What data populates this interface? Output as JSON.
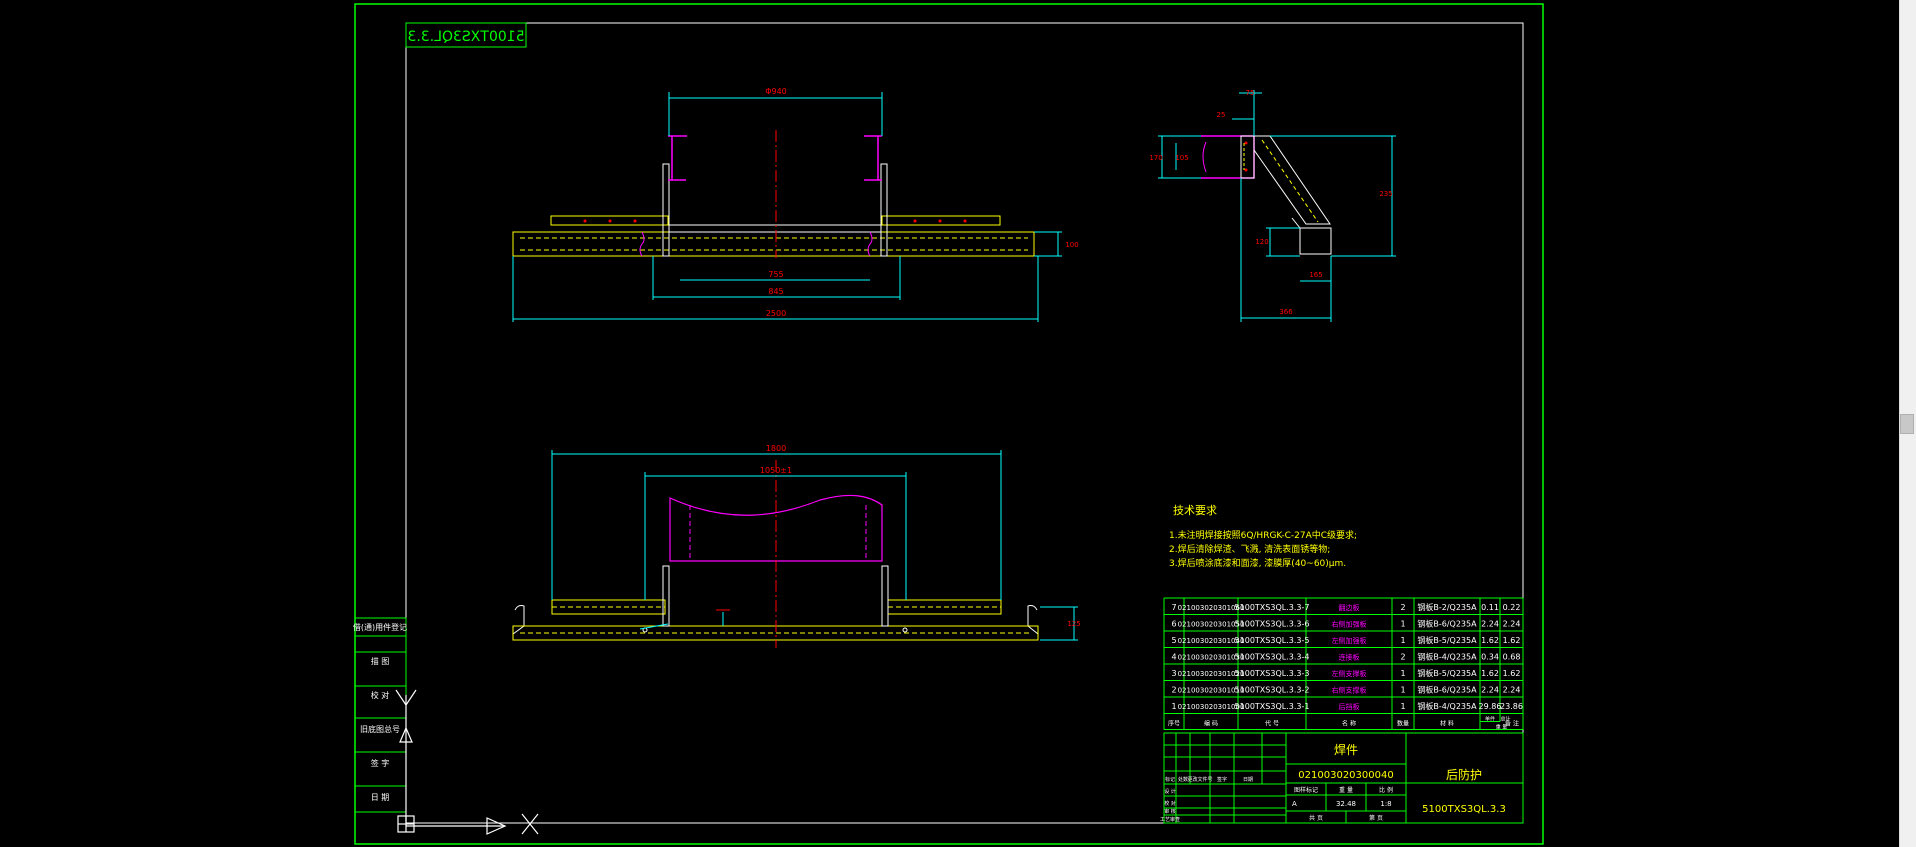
{
  "drawing": {
    "code_mirrored": "5100TXS3QL.3.3",
    "front_view": {
      "dims": [
        "Φ940",
        "755",
        "845",
        "2500"
      ],
      "dim_right": "100"
    },
    "side_view": {
      "dims": [
        "75",
        "25",
        "170",
        "105",
        "235",
        "120",
        "165",
        "366"
      ]
    },
    "plan_view": {
      "dims": [
        "1800",
        "1050±1",
        "125"
      ]
    },
    "tech_requirements": {
      "title": "技术要求",
      "items": [
        "1.未注明焊接按照6Q/HRGK-C-27A中C级要求;",
        "2.焊后清除焊渣、飞溅, 清洗表面锈等物;",
        "3.焊后喷涂底漆和面漆, 漆膜厚(40~60)μm."
      ]
    },
    "left_strip": [
      "借(通)用件登记",
      "描 图",
      "校 对",
      "旧底图总号",
      "签 字",
      "日 期"
    ],
    "bom": {
      "rows": [
        {
          "no": "7",
          "code": "021003020301060",
          "drawing": "5100TXS3QL.3.3-7",
          "name": "翻边板",
          "qty": "2",
          "material": "钢板B-2/Q235A",
          "unit": "0.11",
          "total": "0.22"
        },
        {
          "no": "6",
          "code": "021003020301050",
          "drawing": "5100TXS3QL.3.3-6",
          "name": "右侧加强板",
          "qty": "1",
          "material": "钢板B-6/Q235A",
          "unit": "2.24",
          "total": "2.24"
        },
        {
          "no": "5",
          "code": "021003020301040",
          "drawing": "5100TXS3QL.3.3-5",
          "name": "左侧加强板",
          "qty": "1",
          "material": "钢板B-5/Q235A",
          "unit": "1.62",
          "total": "1.62"
        },
        {
          "no": "4",
          "code": "021003020301030",
          "drawing": "5100TXS3QL.3.3-4",
          "name": "连接板",
          "qty": "2",
          "material": "钢板B-4/Q235A",
          "unit": "0.34",
          "total": "0.68"
        },
        {
          "no": "3",
          "code": "021003020301020",
          "drawing": "5100TXS3QL.3.3-3",
          "name": "左侧支撑板",
          "qty": "1",
          "material": "钢板B-5/Q235A",
          "unit": "1.62",
          "total": "1.62"
        },
        {
          "no": "2",
          "code": "021003020301010",
          "drawing": "5100TXS3QL.3.3-2",
          "name": "右侧支撑板",
          "qty": "1",
          "material": "钢板B-6/Q235A",
          "unit": "2.24",
          "total": "2.24"
        },
        {
          "no": "1",
          "code": "021003020301000",
          "drawing": "5100TXS3QL.3.3-1",
          "name": "后挡板",
          "qty": "1",
          "material": "钢板B-4/Q235A",
          "unit": "29.86",
          "total": "23.86"
        }
      ],
      "header": [
        "序号",
        "编 码",
        "代 号",
        "名 称",
        "数量",
        "材 料",
        "单件",
        "总计",
        "备 注"
      ],
      "header_weight": "重 量"
    },
    "title_block": {
      "part_type": "焊件",
      "code": "021003020300040",
      "name": "后防护",
      "drawing_no": "5100TXS3QL.3.3",
      "mark": "A",
      "weight": "32.48",
      "scale": "1:8",
      "col_labels": [
        "图样标记",
        "重 量",
        "比 例"
      ],
      "row_labels": [
        "标记",
        "处数",
        "更改文件号",
        "签字",
        "日期",
        "设 计",
        "校 对",
        "审 核",
        "工艺审查"
      ],
      "sheet_labels": [
        "共 页",
        "第 页"
      ]
    }
  }
}
